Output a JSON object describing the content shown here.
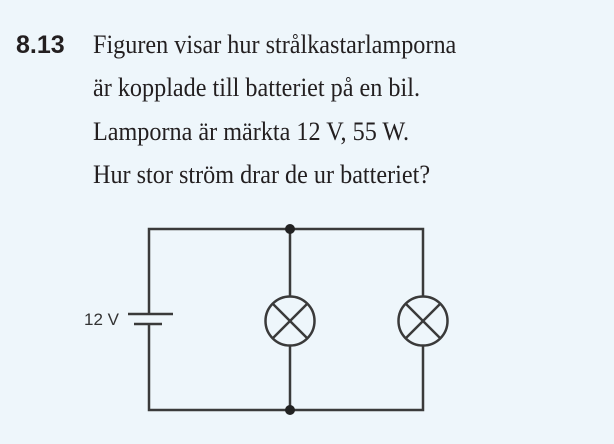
{
  "problem": {
    "number": "8.13",
    "lines": [
      "Figuren visar hur strålkastarlamporna",
      "är kopplade till batteriet på en bil.",
      "Lamporna är märkta 12 V, 55 W.",
      "Hur stor ström drar de ur batteriet?"
    ]
  },
  "circuit": {
    "battery_label": "12 V",
    "lamp_count": 2,
    "wire_color": "#3a3a3a"
  }
}
